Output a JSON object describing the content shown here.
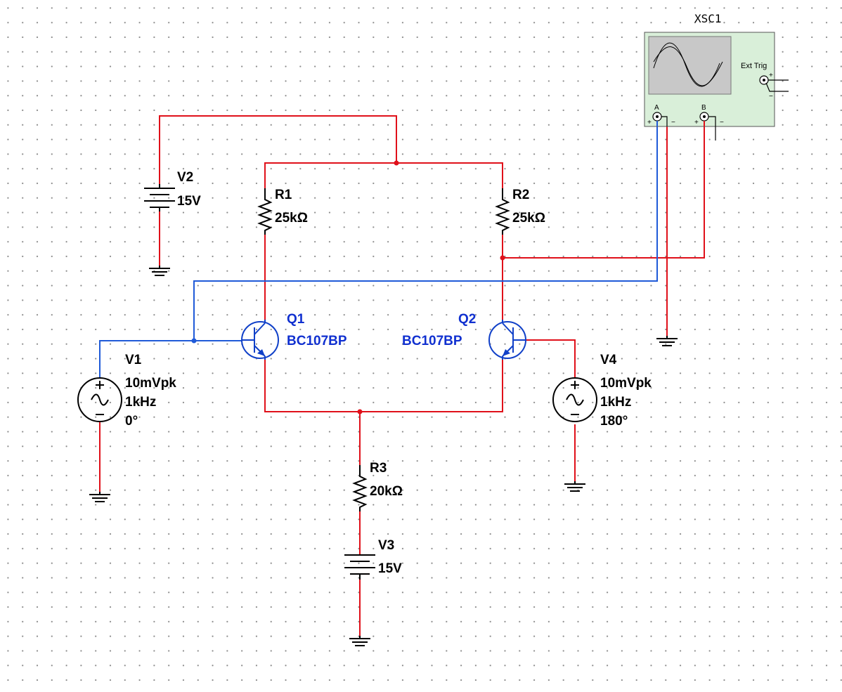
{
  "colors": {
    "wire_power": "#e0101a",
    "wire_signal": "#1f5ad8",
    "transistor": "#1040c8",
    "scope_body": "#d9efd9",
    "scope_screen": "#c8c8c8"
  },
  "components": {
    "V2": {
      "ref": "V2",
      "value": "15V"
    },
    "V3": {
      "ref": "V3",
      "value": "15V"
    },
    "R1": {
      "ref": "R1",
      "value": "25kΩ"
    },
    "R2": {
      "ref": "R2",
      "value": "25kΩ"
    },
    "R3": {
      "ref": "R3",
      "value": "20kΩ"
    },
    "Q1": {
      "ref": "Q1",
      "model": "BC107BP"
    },
    "Q2": {
      "ref": "Q2",
      "model": "BC107BP"
    },
    "V1": {
      "ref": "V1",
      "amplitude": "10mVpk",
      "frequency": "1kHz",
      "phase": "0°"
    },
    "V4": {
      "ref": "V4",
      "amplitude": "10mVpk",
      "frequency": "1kHz",
      "phase": "180°"
    }
  },
  "oscilloscope": {
    "ref": "XSC1",
    "ext_trig_label": "Ext Trig",
    "channel_a": "A",
    "channel_b": "B",
    "plus": "+",
    "minus": "−"
  },
  "icons": {
    "ground": "ground-symbol-icon",
    "ac_source": "ac-sine-source-icon",
    "battery": "dc-battery-icon",
    "npn": "npn-transistor-icon",
    "resistor": "resistor-zigzag-icon"
  }
}
